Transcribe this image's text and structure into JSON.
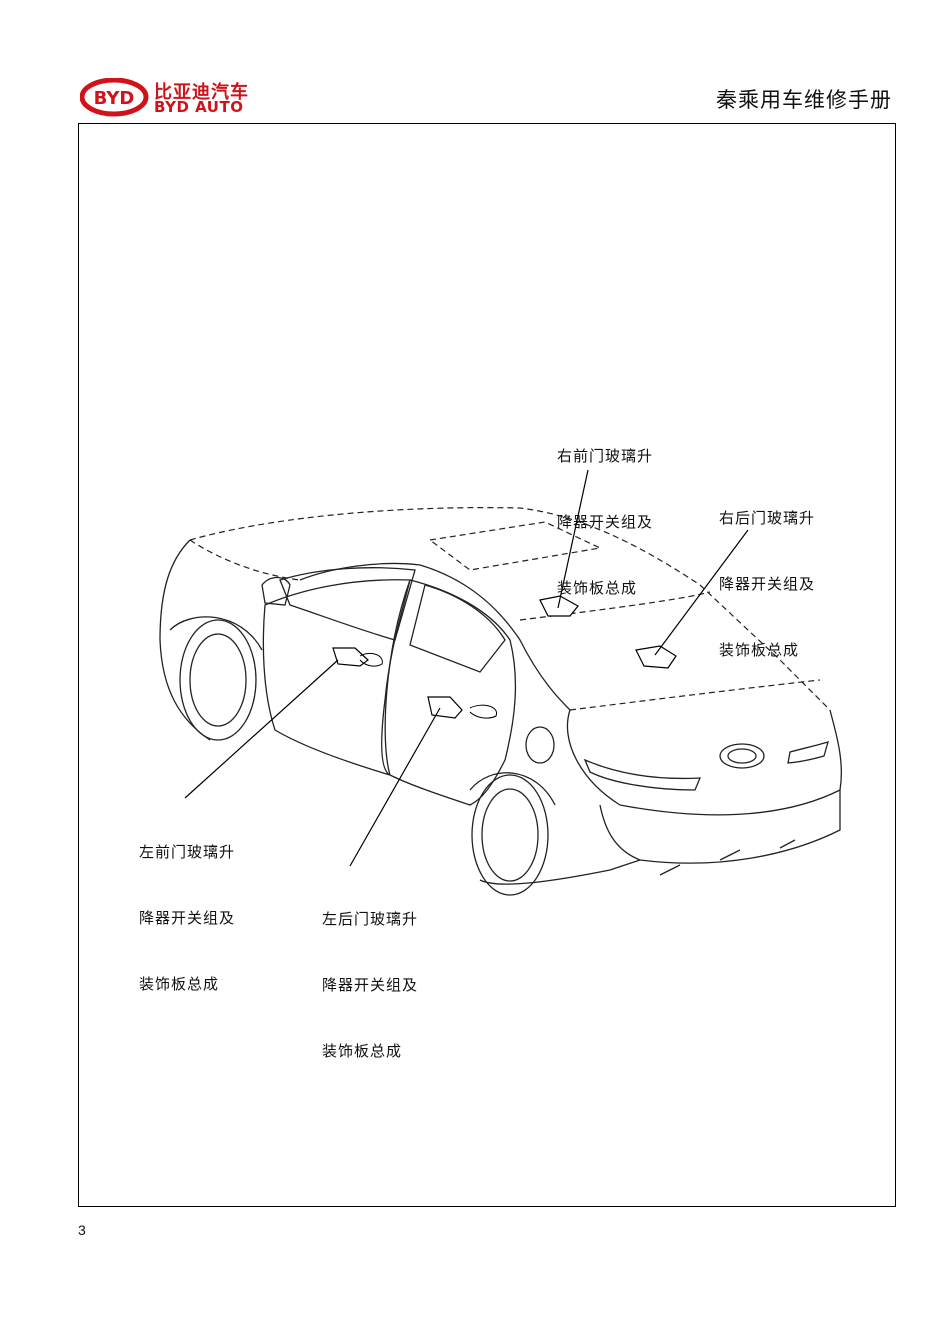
{
  "header": {
    "logo_mark": "BYD",
    "logo_cn": "比亚迪汽车",
    "logo_en": "BYD AUTO",
    "manual_title": "秦乘用车维修手册",
    "brand_color": "#d0121b"
  },
  "callouts": {
    "right_front": [
      "右前门玻璃升",
      "降器开关组及",
      "装饰板总成"
    ],
    "right_rear": [
      "右后门玻璃升",
      "降器开关组及",
      "装饰板总成"
    ],
    "left_front": [
      "左前门玻璃升",
      "降器开关组及",
      "装饰板总成"
    ],
    "left_rear": [
      "左后门玻璃升",
      "降器开关组及",
      "装饰板总成"
    ]
  },
  "footer": {
    "page_number": "3"
  }
}
